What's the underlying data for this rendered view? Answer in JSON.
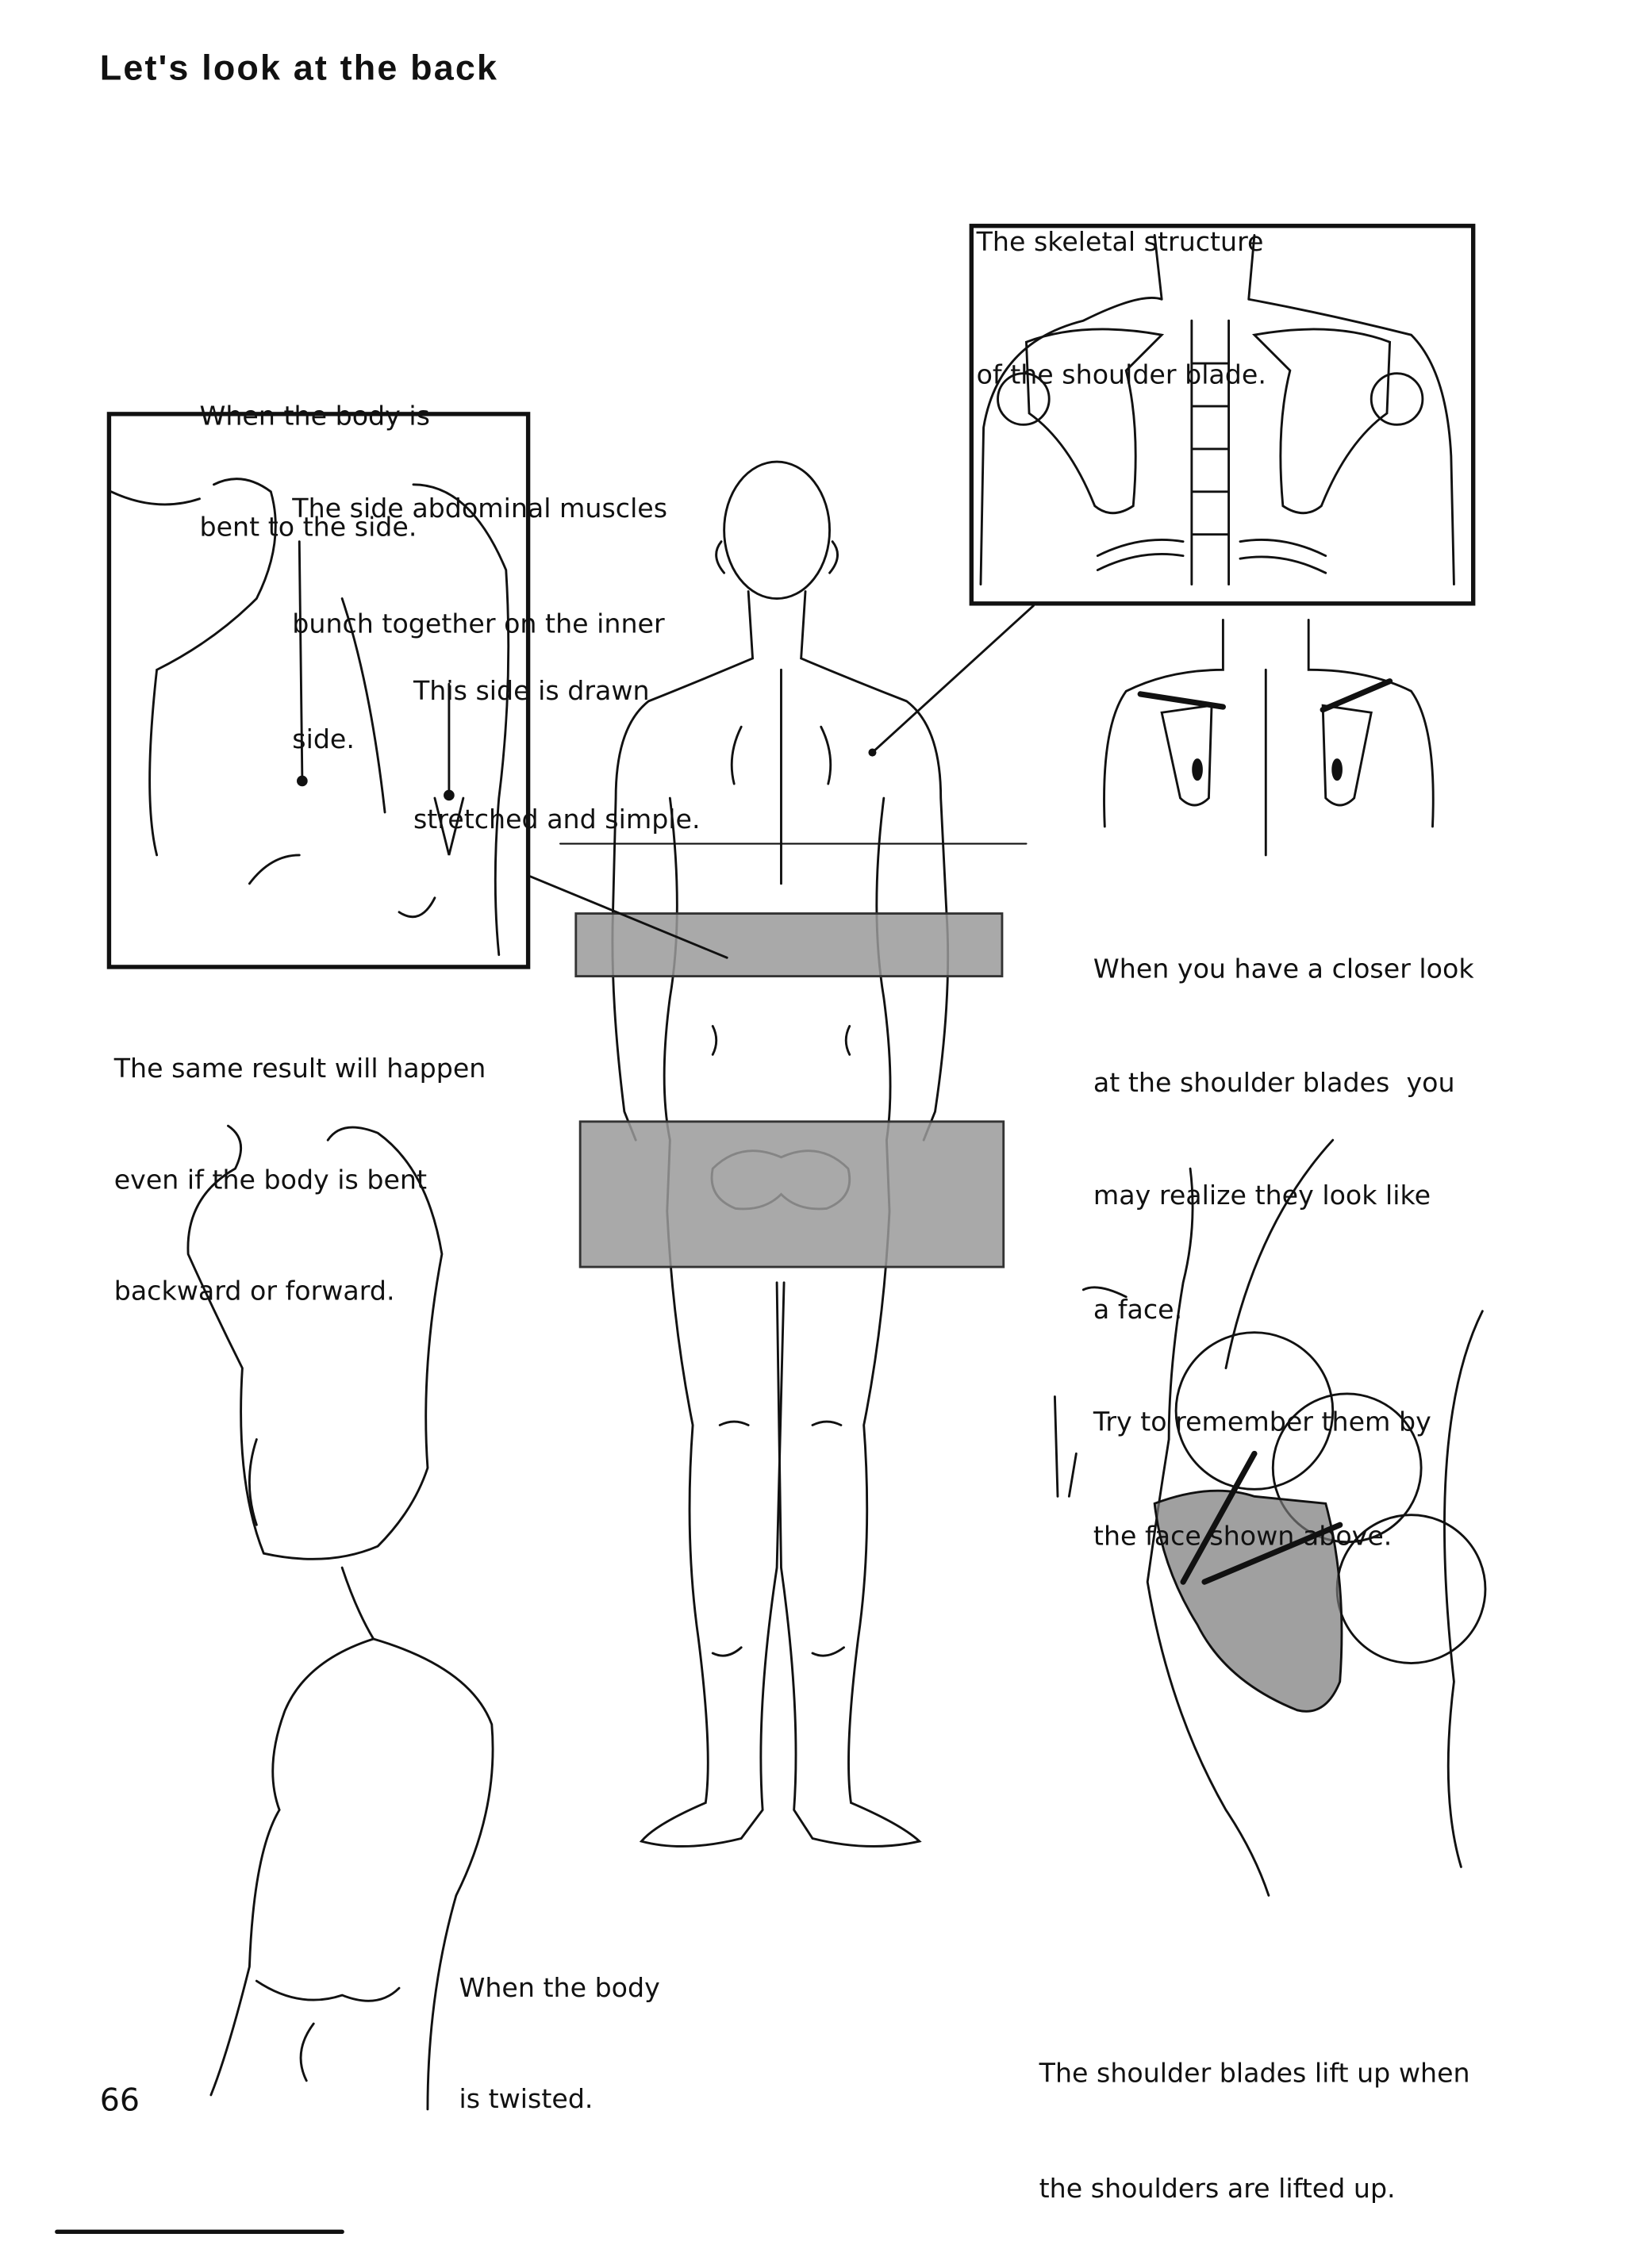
{
  "page": {
    "title": "Let's look at the back",
    "page_number": "66"
  },
  "captions": {
    "skeletal": [
      "The skeletal structure",
      "of the shoulder blade."
    ],
    "bent_side": [
      "When the body is",
      "bent to the side."
    ],
    "abdominal": [
      "The side abdominal muscles",
      "bunch together on the inner",
      "side."
    ],
    "stretched": [
      "This side is drawn",
      "stretched and simple."
    ],
    "same_result": [
      "The same result will happen",
      "even if the body is bent",
      "backward or forward."
    ],
    "closer_look": [
      "When you have a closer look",
      "at the shoulder blades  you",
      "may realize they look like",
      "a face.",
      "Try to remember them by",
      "the face shown above."
    ],
    "twisted": [
      "When the body",
      "is twisted."
    ],
    "lift_up": [
      "The shoulder blades lift up when",
      "the shoulders are lifted up."
    ]
  },
  "colors": {
    "ink": "#111111",
    "band_fill": "#9a9a9a",
    "paper": "#ffffff"
  }
}
